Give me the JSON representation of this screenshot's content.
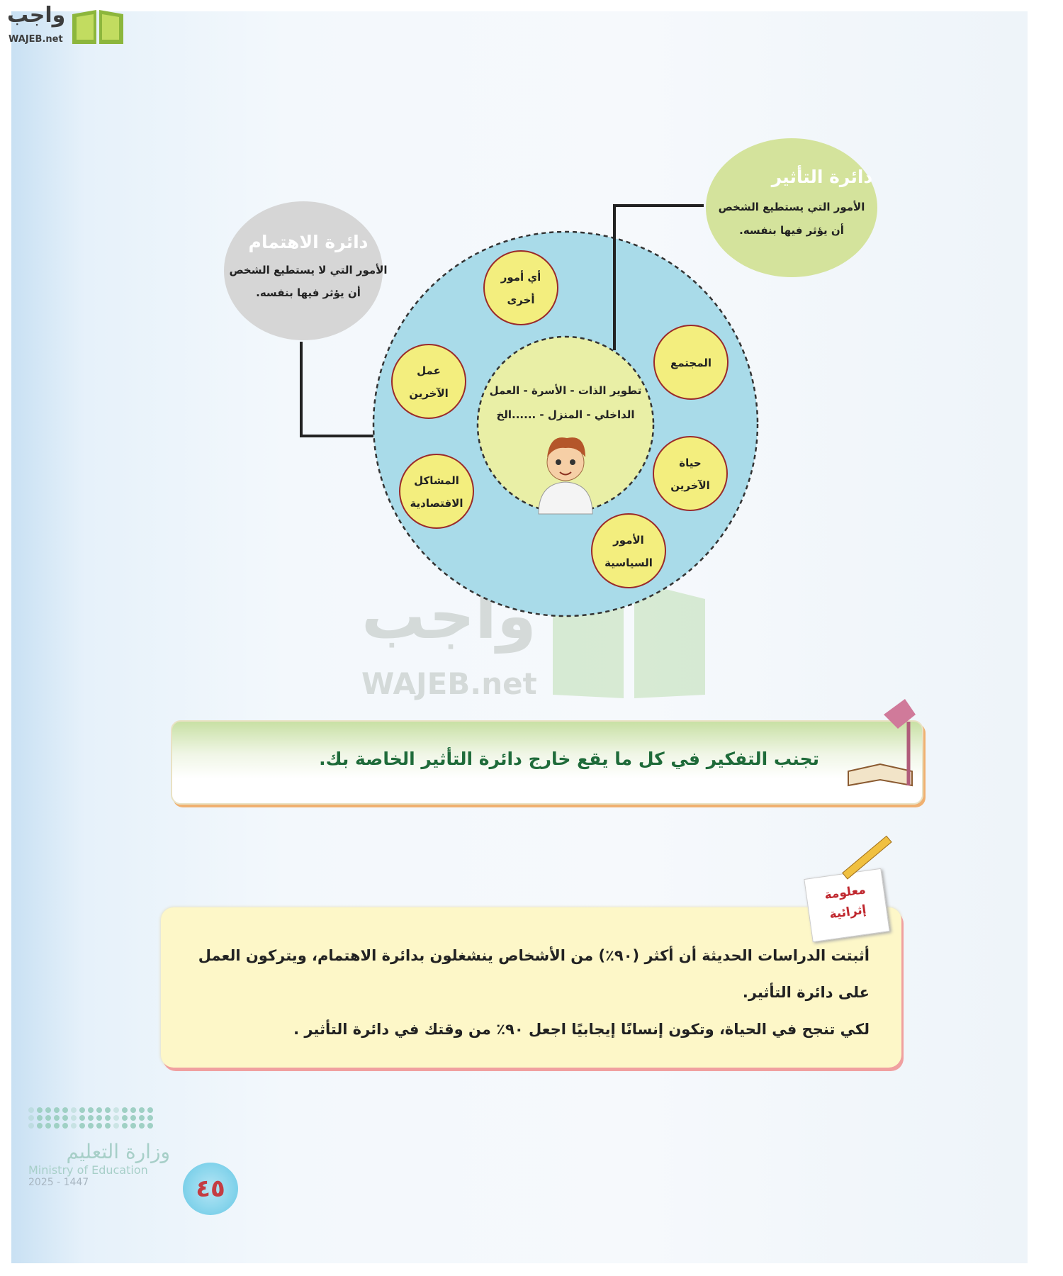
{
  "logo": {
    "arabic": "واجب",
    "latin": "WAJEB.net"
  },
  "watermark": {
    "arabic": "واجب",
    "latin": "WAJEB.net"
  },
  "diagram": {
    "influence_circle": {
      "title": "دائرة التأثير",
      "line1": "الأمور التي يستطيع الشخص",
      "line2": "أن يؤثر فيها بنفسه."
    },
    "concern_circle": {
      "title": "دائرة الاهتمام",
      "line1": "الأمور التي لا يستطيع الشخص",
      "line2": "أن يؤثر فيها بنفسه."
    },
    "inner": {
      "line1": "تطوير الذات - الأسرة - العمل",
      "line2": "الداخلي - المنزل - ......الخ"
    },
    "items": [
      {
        "line1": "أي أمور",
        "line2": "أخرى"
      },
      {
        "line1": "المجتمع",
        "line2": ""
      },
      {
        "line1": "حياة",
        "line2": "الآخرين"
      },
      {
        "line1": "الأمور",
        "line2": "السياسية"
      },
      {
        "line1": "المشاكل",
        "line2": "الاقتصادية"
      },
      {
        "line1": "عمل",
        "line2": "الآخرين"
      }
    ],
    "colors": {
      "outer": "#a9dbe9",
      "inner": "#e9efa6",
      "item": "#f3ee7e",
      "item_border": "#9a2a2a",
      "influence": "#d4e39c",
      "concern": "#d6d6d6"
    }
  },
  "tip": {
    "text": "تجنب التفكير في كل ما يقع خارج دائرة التأثير الخاصة بك."
  },
  "enrichment": {
    "label_line1": "معلومة",
    "label_line2": "إثرائية",
    "paragraph1_line1": "أثبتت الدراسات الحديثة أن أكثر (٩٠٪) من الأشخاص ينشغلون بدائرة الاهتمام، ويتركون العمل",
    "paragraph1_line2": "على دائرة التأثير.",
    "paragraph2": "لكي تنجح في الحياة، وتكون إنسانًا إيجابيًا اجعل ٩٠٪ من وقتك في دائرة التأثير ."
  },
  "footer": {
    "ministry_ar": "وزارة التعليم",
    "ministry_en": "Ministry of Education",
    "year": "2025 - 1447",
    "page_number": "٤٥"
  }
}
